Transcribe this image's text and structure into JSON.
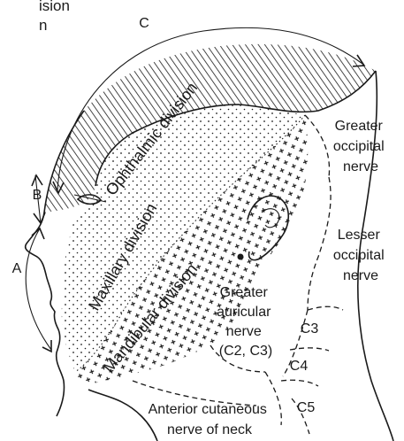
{
  "caption": {
    "line1": "ision",
    "line2": "n"
  },
  "arcs": {
    "a": "A",
    "b": "B",
    "c": "C"
  },
  "divisions": {
    "ophthalmic": "Ophthalmic division",
    "maxillary": "Maxillary division",
    "mandibular": "Mandibular division"
  },
  "nerves": {
    "greater_occipital": [
      "Greater",
      "occipital",
      "nerve"
    ],
    "lesser_occipital": [
      "Lesser",
      "occipital",
      "nerve"
    ],
    "greater_auricular": [
      "Greater",
      "auricular",
      "nerve",
      "(C2, C3)"
    ],
    "anterior_cutaneous": [
      "Anterior cutaneous",
      "nerve of neck"
    ]
  },
  "segments": {
    "c3": "C3",
    "c4": "C4",
    "c5": "C5"
  }
}
